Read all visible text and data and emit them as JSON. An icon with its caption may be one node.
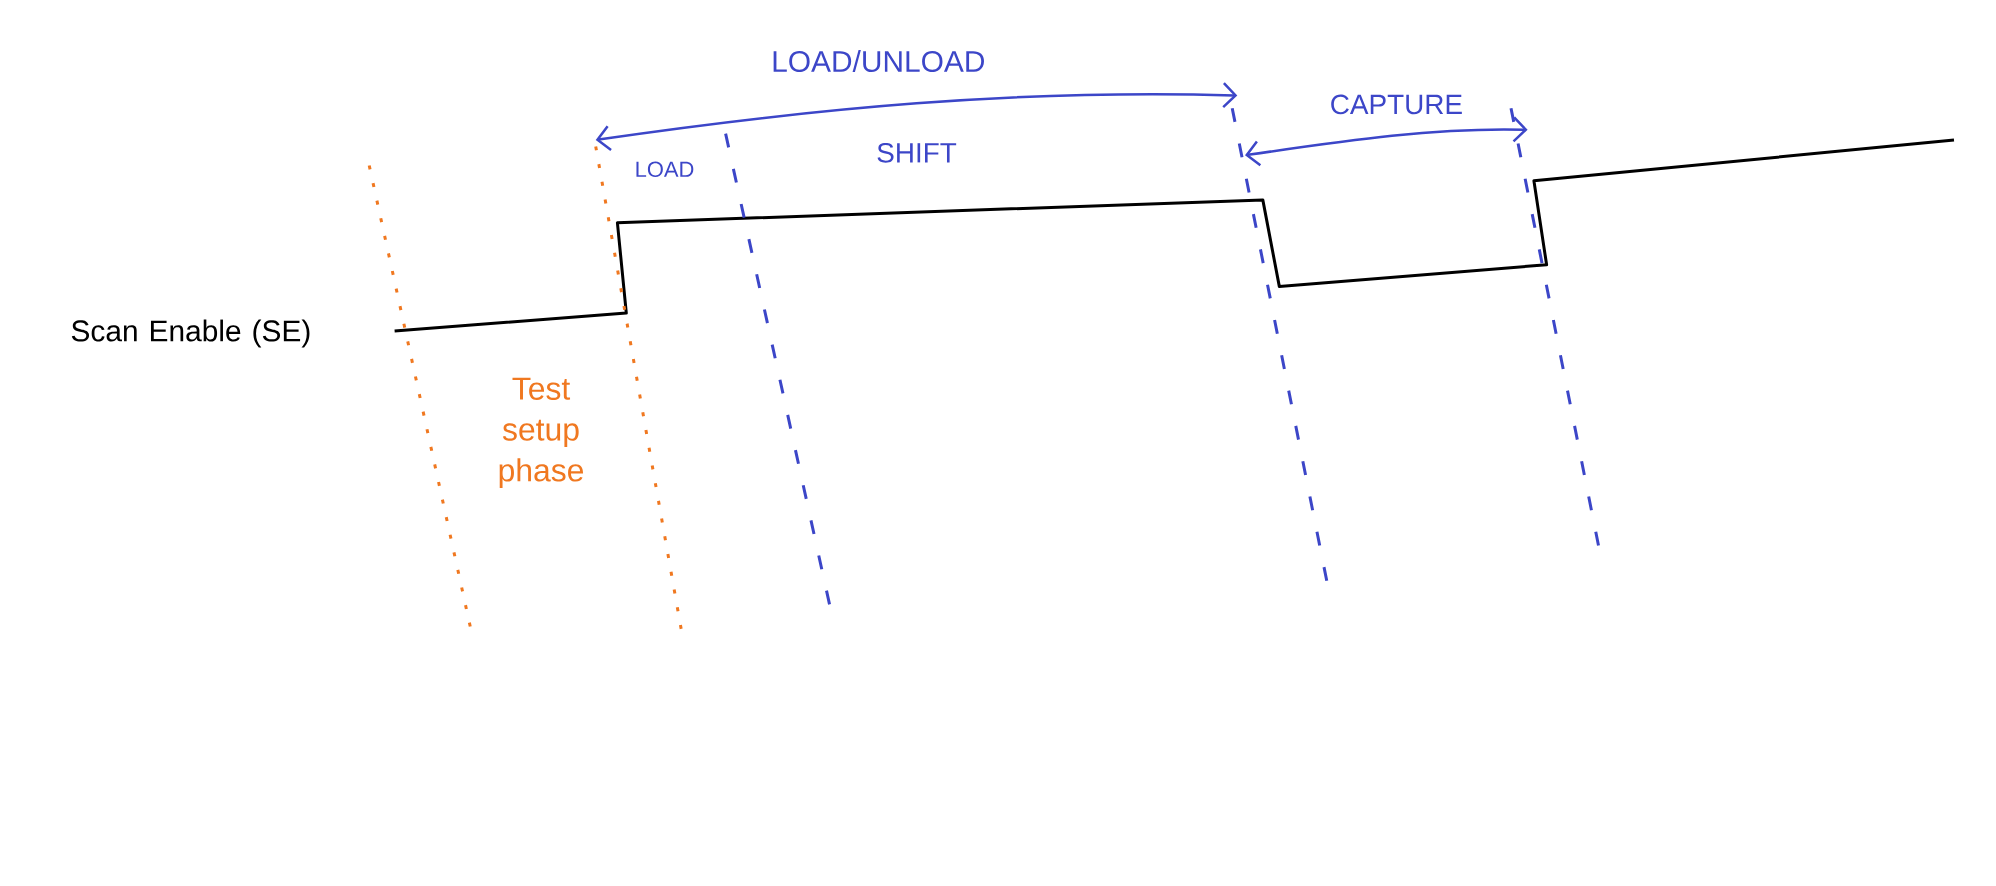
{
  "diagram": {
    "labels": [
      "LOAD/UNLOAD",
      "CAPTURE",
      "LOAD",
      "SHIFT",
      "Scan Enable (SE)",
      "Test setup phase"
    ]
  }
}
